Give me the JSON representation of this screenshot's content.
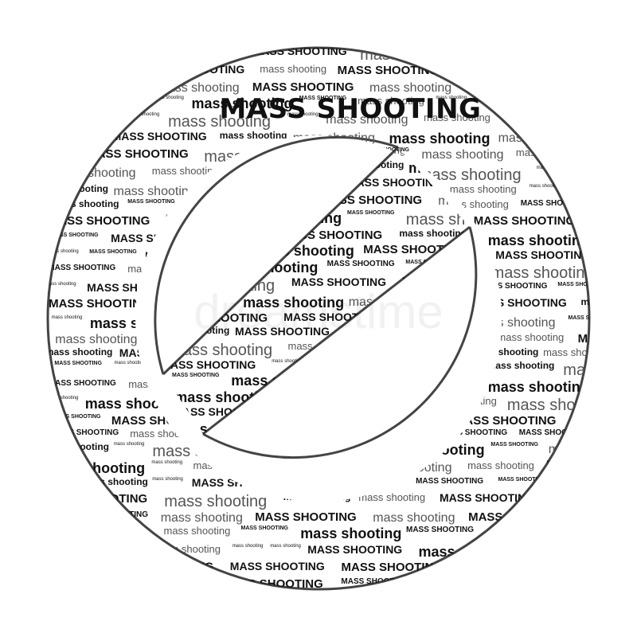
{
  "word_cloud": {
    "phrase_upper": "MASS SHOOTING",
    "phrase_lower": "mass shooting",
    "headline": "MASS SHOOTING"
  },
  "symbol": {
    "name": "prohibition-sign",
    "outline_color": "#444444",
    "text_color": "#111111",
    "background": "#ffffff"
  },
  "watermark": {
    "text": "dreamstime"
  }
}
